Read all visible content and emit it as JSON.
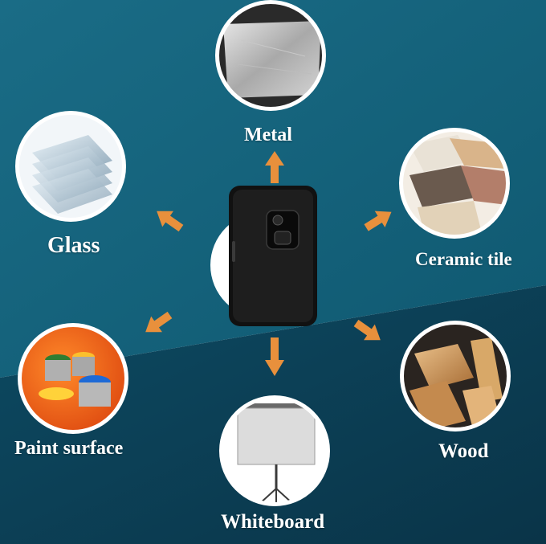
{
  "product": {
    "name": "phone-case"
  },
  "colors": {
    "bg_top": "#0f5a72",
    "bg_bottom": "#0c3f56",
    "arrow": "#e8903c"
  },
  "surfaces": [
    {
      "id": "metal",
      "label": "Metal",
      "icon": "metal-plate-icon"
    },
    {
      "id": "glass",
      "label": "Glass",
      "icon": "glass-panes-icon"
    },
    {
      "id": "ceramic",
      "label": "Ceramic tile",
      "icon": "ceramic-tiles-icon"
    },
    {
      "id": "paint",
      "label": "Paint surface",
      "icon": "paint-cans-icon"
    },
    {
      "id": "wood",
      "label": "Wood",
      "icon": "wood-blocks-icon"
    },
    {
      "id": "whiteboard",
      "label": "Whiteboard",
      "icon": "projector-screen-icon"
    }
  ]
}
